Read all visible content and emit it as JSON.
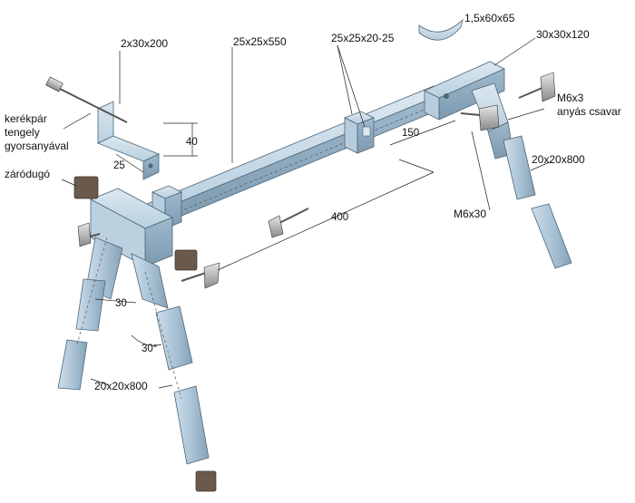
{
  "colors": {
    "tube_light": "#c9dbe8",
    "tube_mid": "#a8c2d6",
    "tube_dark": "#7f9cb3",
    "plug": "#6b5a4c",
    "outline": "#4c6678"
  },
  "labels": {
    "bracket": "2x30x200",
    "main_beam": "25x25x550",
    "sleeve": "25x25x20-25",
    "clamp_pad": "1,5x60x65",
    "end_tube": "30x30x120",
    "axle_line1": "kerékpár",
    "axle_line2": "tengely",
    "axle_line3": "gyorsanyával",
    "plug": "záródugó",
    "bolt_nut_line1": "M6x3",
    "bolt_nut_line2": "anyás csavar",
    "leg_right": "20x20x800",
    "leg_left": "20x20x800",
    "screw": "M6x30"
  },
  "dimensions": {
    "d40": "40",
    "d25": "25",
    "d150": "150",
    "d400": "400",
    "d30": "30",
    "angle": "30°"
  }
}
